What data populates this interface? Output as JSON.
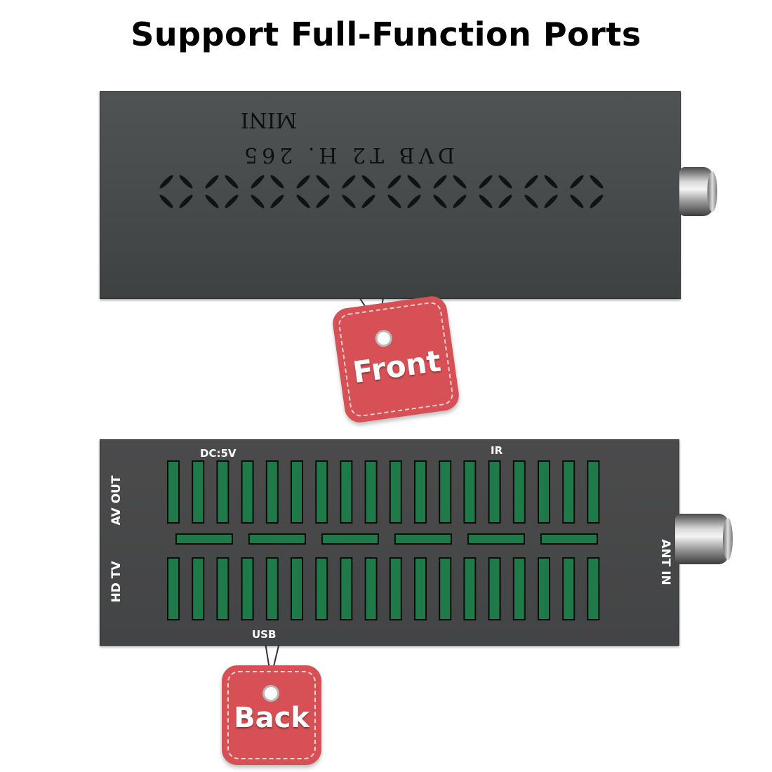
{
  "title": "Support Full-Function Ports",
  "front": {
    "print_line1": "MINI",
    "print_line2": "DVB T2 H. 265",
    "tag_label": "Front",
    "vent_count": 10
  },
  "back": {
    "label_dc": "DC:5V",
    "label_ir": "IR",
    "label_usb": "USB",
    "label_av_out": "AV OUT",
    "label_hdtv": "HD TV",
    "label_ant_in": "ANT IN",
    "tag_label": "Back",
    "slot_columns": 18,
    "slot_rows": 2
  },
  "colors": {
    "tag": "#d65055",
    "body": "#4a4c4d",
    "board": "#1f7a4a"
  }
}
